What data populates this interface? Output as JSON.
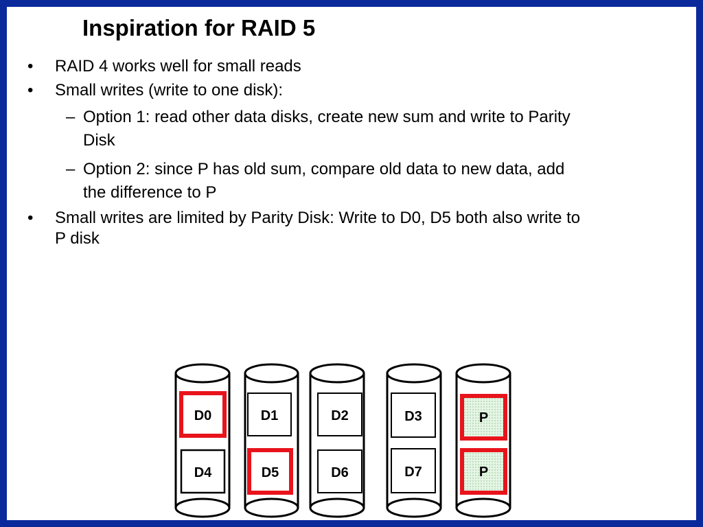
{
  "title": "Inspiration for RAID 5",
  "bullets": [
    {
      "mark": "•",
      "text": "RAID 4 works well for small reads"
    },
    {
      "mark": "•",
      "text": "Small writes (write to one disk):"
    },
    {
      "mark": "–",
      "line1": "Option 1: read other data disks, create new sum and write to Parity",
      "line2": "Disk"
    },
    {
      "mark": "–",
      "line1": "Option 2: since P has old sum, compare old data to new data, add",
      "line2": "the difference to P"
    },
    {
      "mark": "•",
      "line1": "Small writes are limited by Parity Disk: Write to D0, D5 both also write to",
      "line2": "P disk"
    }
  ],
  "disks": [
    {
      "top": "D0",
      "bottom": "D4"
    },
    {
      "top": "D1",
      "bottom": "D5"
    },
    {
      "top": "D2",
      "bottom": "D6"
    },
    {
      "top": "D3",
      "bottom": "D7"
    },
    {
      "top": "P",
      "bottom": "P"
    }
  ],
  "colors": {
    "frame": "#0a2a9c",
    "highlight": "#e8141c",
    "parity_fill": "#e6f5e6"
  }
}
